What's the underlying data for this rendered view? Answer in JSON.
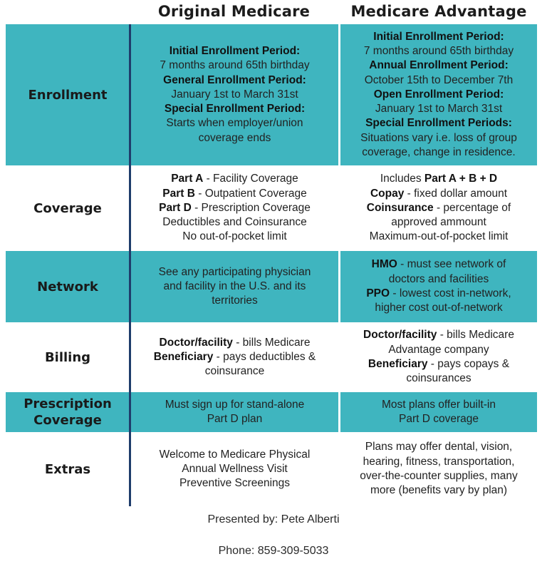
{
  "headers": {
    "original": "Original Medicare",
    "advantage": "Medicare Advantage"
  },
  "rows": {
    "enrollment": {
      "label": [
        "Enrollment"
      ],
      "original": [
        {
          "bold": "Initial Enrollment Period:",
          "text": ""
        },
        {
          "bold": "",
          "text": "7 months around 65th birthday"
        },
        {
          "bold": "General Enrollment Period:",
          "text": ""
        },
        {
          "bold": "",
          "text": "January 1st to March 31st"
        },
        {
          "bold": "Special Enrollment Period:",
          "text": ""
        },
        {
          "bold": "",
          "text": "Starts when employer/union"
        },
        {
          "bold": "",
          "text": "coverage ends"
        }
      ],
      "advantage": [
        {
          "bold": "Initial Enrollment Period:",
          "text": ""
        },
        {
          "bold": "",
          "text": "7 months around 65th birthday"
        },
        {
          "bold": "Annual Enrollment Period:",
          "text": ""
        },
        {
          "bold": "",
          "text": "October 15th to December 7th"
        },
        {
          "bold": "Open Enrollment Period:",
          "text": ""
        },
        {
          "bold": "",
          "text": "January 1st to March 31st"
        },
        {
          "bold": "Special Enrollment Periods:",
          "text": ""
        },
        {
          "bold": "",
          "text": "Situations vary i.e. loss of group"
        },
        {
          "bold": "",
          "text": "coverage, change in residence."
        }
      ]
    },
    "coverage": {
      "label": [
        "Coverage"
      ],
      "original": [
        {
          "bold": "Part A",
          "text": " - Facility Coverage"
        },
        {
          "bold": "Part B",
          "text": " - Outpatient Coverage"
        },
        {
          "bold": "Part D",
          "text": " - Prescription Coverage"
        },
        {
          "bold": "",
          "text": "Deductibles and Coinsurance"
        },
        {
          "bold": "",
          "text": "No out-of-pocket limit"
        }
      ],
      "advantage": [
        {
          "pre": "Includes ",
          "bold": "Part A + B + D",
          "text": ""
        },
        {
          "bold": "Copay",
          "text": " - fixed dollar amount"
        },
        {
          "bold": "Coinsurance",
          "text": " - percentage of"
        },
        {
          "bold": "",
          "text": "approved ammount"
        },
        {
          "bold": "",
          "text": "Maximum-out-of-pocket limit"
        }
      ]
    },
    "network": {
      "label": [
        "Network"
      ],
      "original": [
        {
          "bold": "",
          "text": "See any participating physician"
        },
        {
          "bold": "",
          "text": "and facility in the U.S. and its"
        },
        {
          "bold": "",
          "text": "territories"
        }
      ],
      "advantage": [
        {
          "bold": "HMO",
          "text": " - must see network of"
        },
        {
          "bold": "",
          "text": "doctors and facilities"
        },
        {
          "bold": "PPO",
          "text": " - lowest cost in-network,"
        },
        {
          "bold": "",
          "text": "higher cost out-of-network"
        }
      ]
    },
    "billing": {
      "label": [
        "Billing"
      ],
      "original": [
        {
          "bold": "Doctor/facility",
          "text": " - bills Medicare"
        },
        {
          "bold": "Beneficiary",
          "text": " - pays deductibles &"
        },
        {
          "bold": "",
          "text": "coinsurance"
        }
      ],
      "advantage": [
        {
          "bold": "Doctor/facility",
          "text": " - bills Medicare"
        },
        {
          "bold": "",
          "text": "Advantage company"
        },
        {
          "bold": "Beneficiary",
          "text": " - pays copays &"
        },
        {
          "bold": "",
          "text": "coinsurances"
        }
      ]
    },
    "prescription": {
      "label": [
        "Prescription",
        "Coverage"
      ],
      "original": [
        {
          "bold": "",
          "text": "Must sign up for stand-alone"
        },
        {
          "bold": "",
          "text": "Part D plan"
        }
      ],
      "advantage": [
        {
          "bold": "",
          "text": "Most plans offer built-in"
        },
        {
          "bold": "",
          "text": "Part D coverage"
        }
      ]
    },
    "extras": {
      "label": [
        "Extras"
      ],
      "original": [
        {
          "bold": "",
          "text": "Welcome to Medicare Physical"
        },
        {
          "bold": "",
          "text": "Annual Wellness Visit"
        },
        {
          "bold": "",
          "text": "Preventive Screenings"
        }
      ],
      "advantage": [
        {
          "bold": "",
          "text": "Plans may offer dental, vision,"
        },
        {
          "bold": "",
          "text": "hearing, fitness, transportation,"
        },
        {
          "bold": "",
          "text": "over-the-counter supplies, many"
        },
        {
          "bold": "",
          "text": "more (benefits vary by plan)"
        }
      ]
    }
  },
  "footer": {
    "presenter": "Presented by: Pete Alberti",
    "phone": "Phone: 859-309-5033"
  },
  "colors": {
    "teal": "#3fb5bf",
    "divider": "#1f3d6b"
  }
}
